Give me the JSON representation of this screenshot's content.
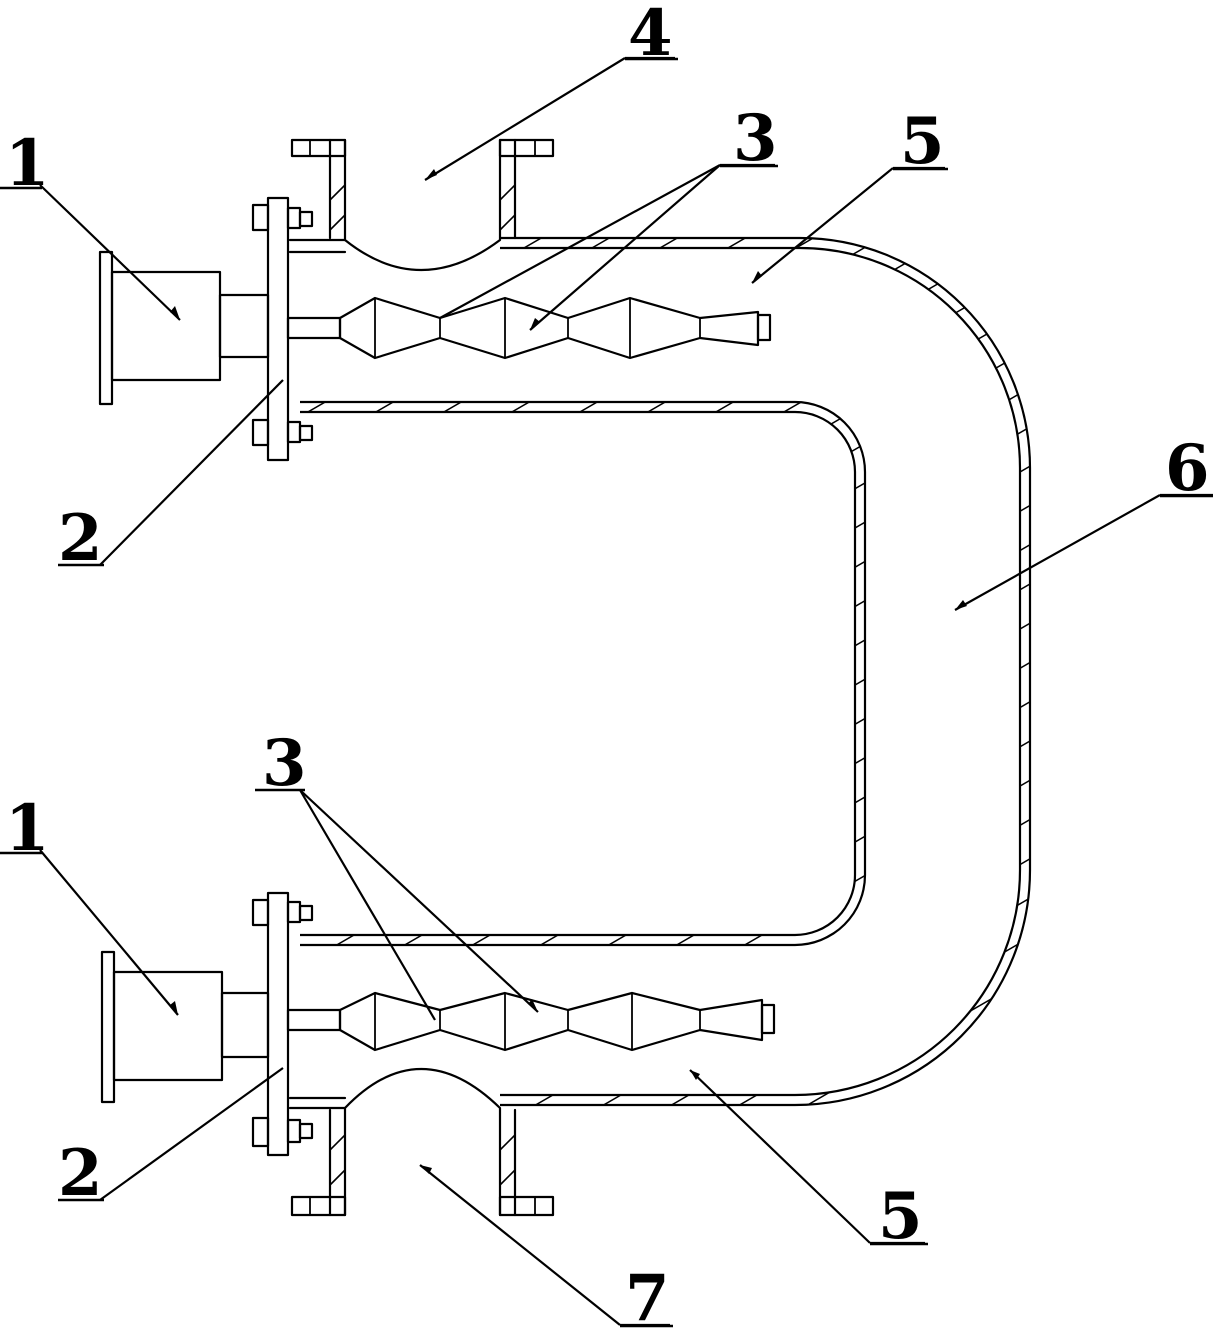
{
  "diagram": {
    "labels": [
      {
        "id": "motor-top",
        "text": "1"
      },
      {
        "id": "flange-top",
        "text": "2"
      },
      {
        "id": "rotor-top",
        "text": "3"
      },
      {
        "id": "inlet",
        "text": "4"
      },
      {
        "id": "chamber-top",
        "text": "5"
      },
      {
        "id": "u-pipe",
        "text": "6"
      },
      {
        "id": "motor-bottom",
        "text": "1"
      },
      {
        "id": "flange-bottom",
        "text": "2"
      },
      {
        "id": "rotor-bottom",
        "text": "3"
      },
      {
        "id": "chamber-bottom",
        "text": "5"
      },
      {
        "id": "outlet",
        "text": "7"
      }
    ]
  }
}
